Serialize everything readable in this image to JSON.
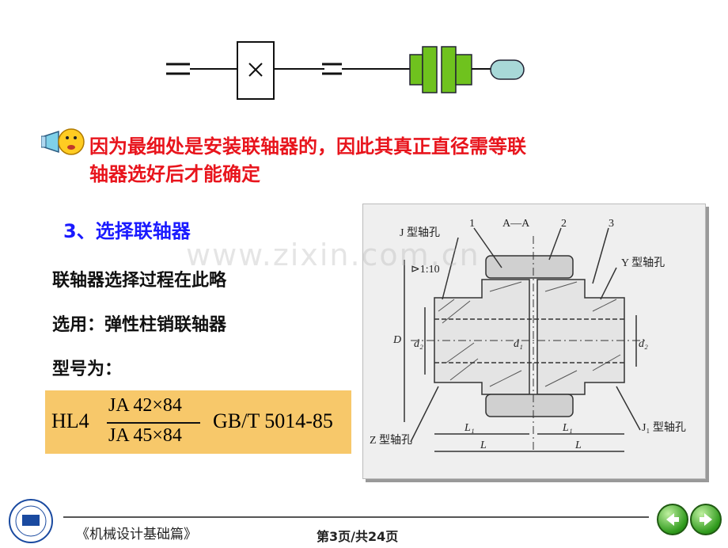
{
  "note_lines": [
    "因为最细处是安装联轴器的，因此其真正直径需等联",
    "轴器选好后才能确定"
  ],
  "section_heading": "3、选择联轴器",
  "body_lines": [
    "联轴器选择过程在此略",
    "选用：弹性柱销联轴器",
    "型号为："
  ],
  "formula": {
    "prefix": "HL4",
    "numerator": "JA 42×84",
    "denominator": "JA 45×84",
    "standard": "GB/T  5014-85"
  },
  "drawing_labels": {
    "section": "A—A",
    "part1": "1",
    "part2": "2",
    "part3": "3",
    "j_hole": "J 型轴孔",
    "y_hole": "Y 型轴孔",
    "z_hole": "Z 型轴孔",
    "j1_hole": "J₁ 型轴孔",
    "taper": "⊳1:10",
    "D": "D",
    "d2_left": "d₂",
    "d1": "d₁",
    "d2_right": "d₂",
    "L1_left": "L₁",
    "L1_right": "L₁",
    "L_left": "L",
    "L_right": "L"
  },
  "watermark": "www.zixin.com.cn",
  "footer": {
    "book": "《机械设计基础篇》",
    "page": "第3页/共24页"
  },
  "nav": {
    "prev": "left-arrow-icon",
    "next": "right-arrow-icon"
  },
  "colors": {
    "note": "#e8141c",
    "heading": "#1a1aff",
    "formula_bg": "#f7c86a",
    "coupling": "#6fc21e"
  }
}
